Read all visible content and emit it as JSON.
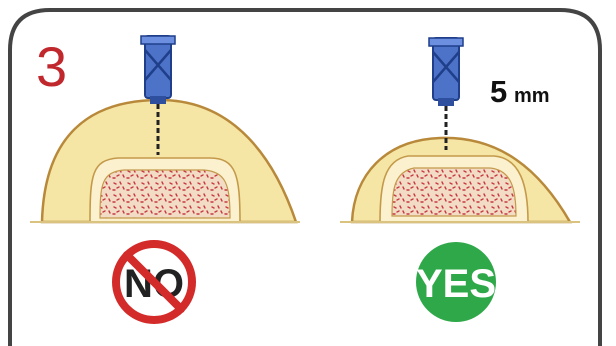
{
  "step": {
    "number": "3"
  },
  "right_panel": {
    "depth_value": "5",
    "depth_unit": "mm"
  },
  "badges": {
    "no_label": "NO",
    "yes_label": "YES"
  },
  "colors": {
    "frame": "#444444",
    "step_number": "#c0282d",
    "bone_cortex": "#f6e6a6",
    "bone_outline": "#b8893a",
    "marrow": "#f2dcc6",
    "marrow_dots": "#c8393f",
    "needle_hub": "#4d73c9",
    "needle_hub_dark": "#1f3f8a",
    "prohibited_red": "#d32a2a",
    "yes_green": "#2fa84a"
  },
  "icons": {
    "left_needle": "needle-icon",
    "right_needle": "needle-icon",
    "no_badge": "prohibited-icon",
    "yes_badge": "check-circle-icon"
  }
}
